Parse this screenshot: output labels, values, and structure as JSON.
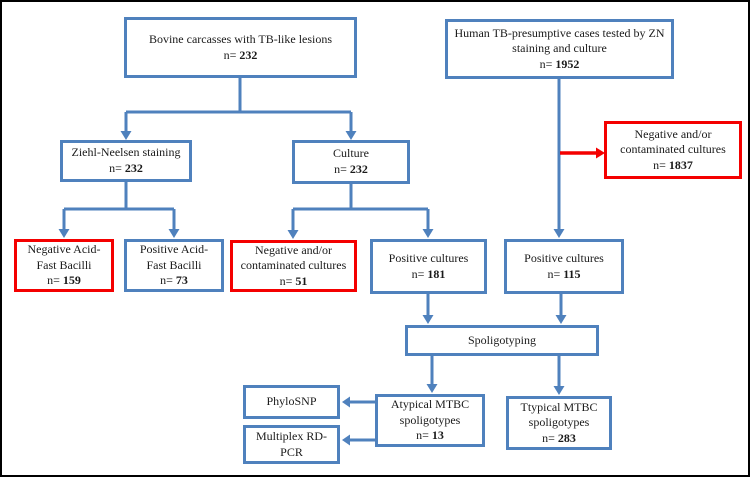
{
  "figure": {
    "type": "flowchart",
    "colors": {
      "blue": "#4f81bd",
      "red": "#f40000",
      "frame": "#000000",
      "background": "#ffffff",
      "text": "#1a1a1a"
    }
  },
  "boxes": {
    "bovine": {
      "label": "Bovine carcasses with TB-like lesions",
      "count_prefix": "n=",
      "count": "232"
    },
    "human": {
      "label": "Human TB-presumptive cases tested by ZN staining and culture",
      "count_prefix": "n=",
      "count": "1952"
    },
    "zn": {
      "label": "Ziehl-Neelsen staining",
      "count_prefix": "n=",
      "count": "232"
    },
    "culture": {
      "label": "Culture",
      "count_prefix": "n=",
      "count": "232"
    },
    "neg_contam_1837": {
      "label": "Negative and/or contaminated cultures",
      "count_prefix": "n=",
      "count": "1837"
    },
    "neg_afb": {
      "label": "Negative Acid-Fast Bacilli",
      "count_prefix": "n=",
      "count": "159"
    },
    "pos_afb": {
      "label": "Positive Acid-Fast Bacilli",
      "count_prefix": "n=",
      "count": "73"
    },
    "neg_contam_51": {
      "label": "Negative and/or contaminated cultures",
      "count_prefix": "n=",
      "count": "51"
    },
    "pos_cultures_181": {
      "label": "Positive cultures",
      "count_prefix": "n=",
      "count": "181"
    },
    "pos_cultures_115": {
      "label": "Positive cultures",
      "count_prefix": "n=",
      "count": "115"
    },
    "spoligotyping": {
      "label": "Spoligotyping"
    },
    "phylosnp": {
      "label": "PhyloSNP"
    },
    "multiplex": {
      "label": "Multiplex RD-PCR"
    },
    "atypical": {
      "label": "Atypical MTBC spoligotypes",
      "count_prefix": "n=",
      "count": "13"
    },
    "ttypical": {
      "label": "Ttypical MTBC spoligotypes",
      "count_prefix": "n=",
      "count": "283"
    }
  }
}
